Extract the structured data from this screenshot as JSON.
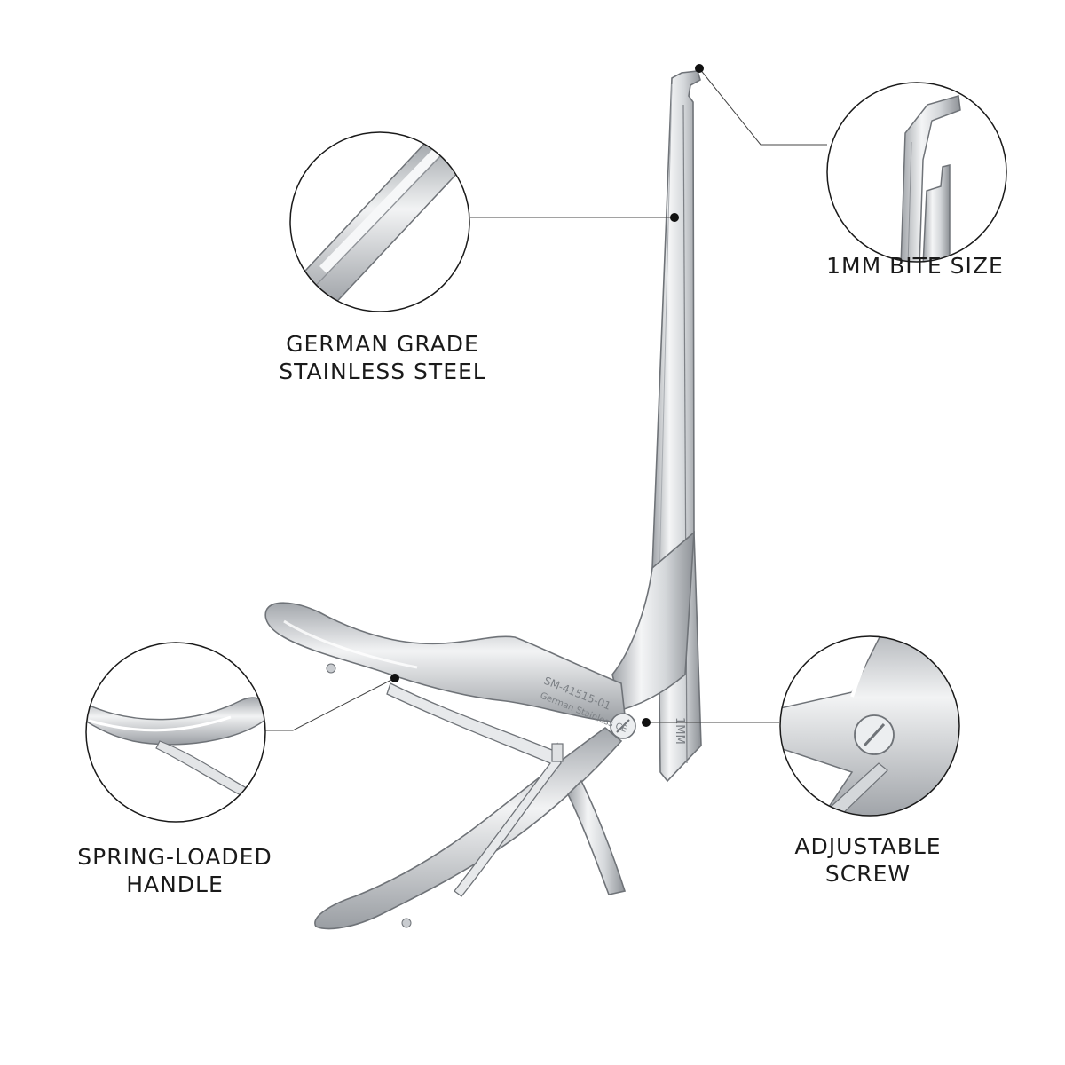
{
  "callouts": {
    "bite_size": {
      "lines": [
        "1MM BITE SIZE"
      ]
    },
    "steel": {
      "lines": [
        "GERMAN GRADE",
        "STAINLESS STEEL"
      ]
    },
    "spring": {
      "lines": [
        "SPRING-LOADED",
        "HANDLE"
      ]
    },
    "screw": {
      "lines": [
        "ADJUSTABLE",
        "SCREW"
      ]
    }
  },
  "instrument_markings": {
    "model": "SM-41515-01",
    "brand": "German Stainless CE",
    "size": "1MM"
  },
  "colors": {
    "background": "#ffffff",
    "steel_light": "#f1f2f3",
    "steel_mid": "#c9ccd0",
    "steel_dark": "#8d9196",
    "outline": "#6f7378",
    "leader_line": "#444444",
    "circle_outline": "#1a1a1a"
  }
}
